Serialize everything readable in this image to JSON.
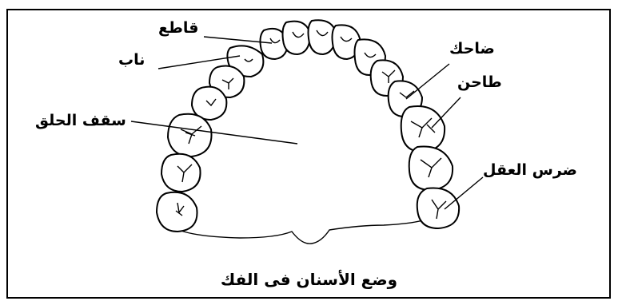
{
  "labels": {
    "incisor": "قاطع",
    "canine": "ناب",
    "palate": "سقف الحلق",
    "premolar_first": "ضاحك",
    "molar": "طاحن",
    "wisdom_tooth": "ضرس العقل"
  },
  "caption": "وضع الأسنان فى الفك"
}
